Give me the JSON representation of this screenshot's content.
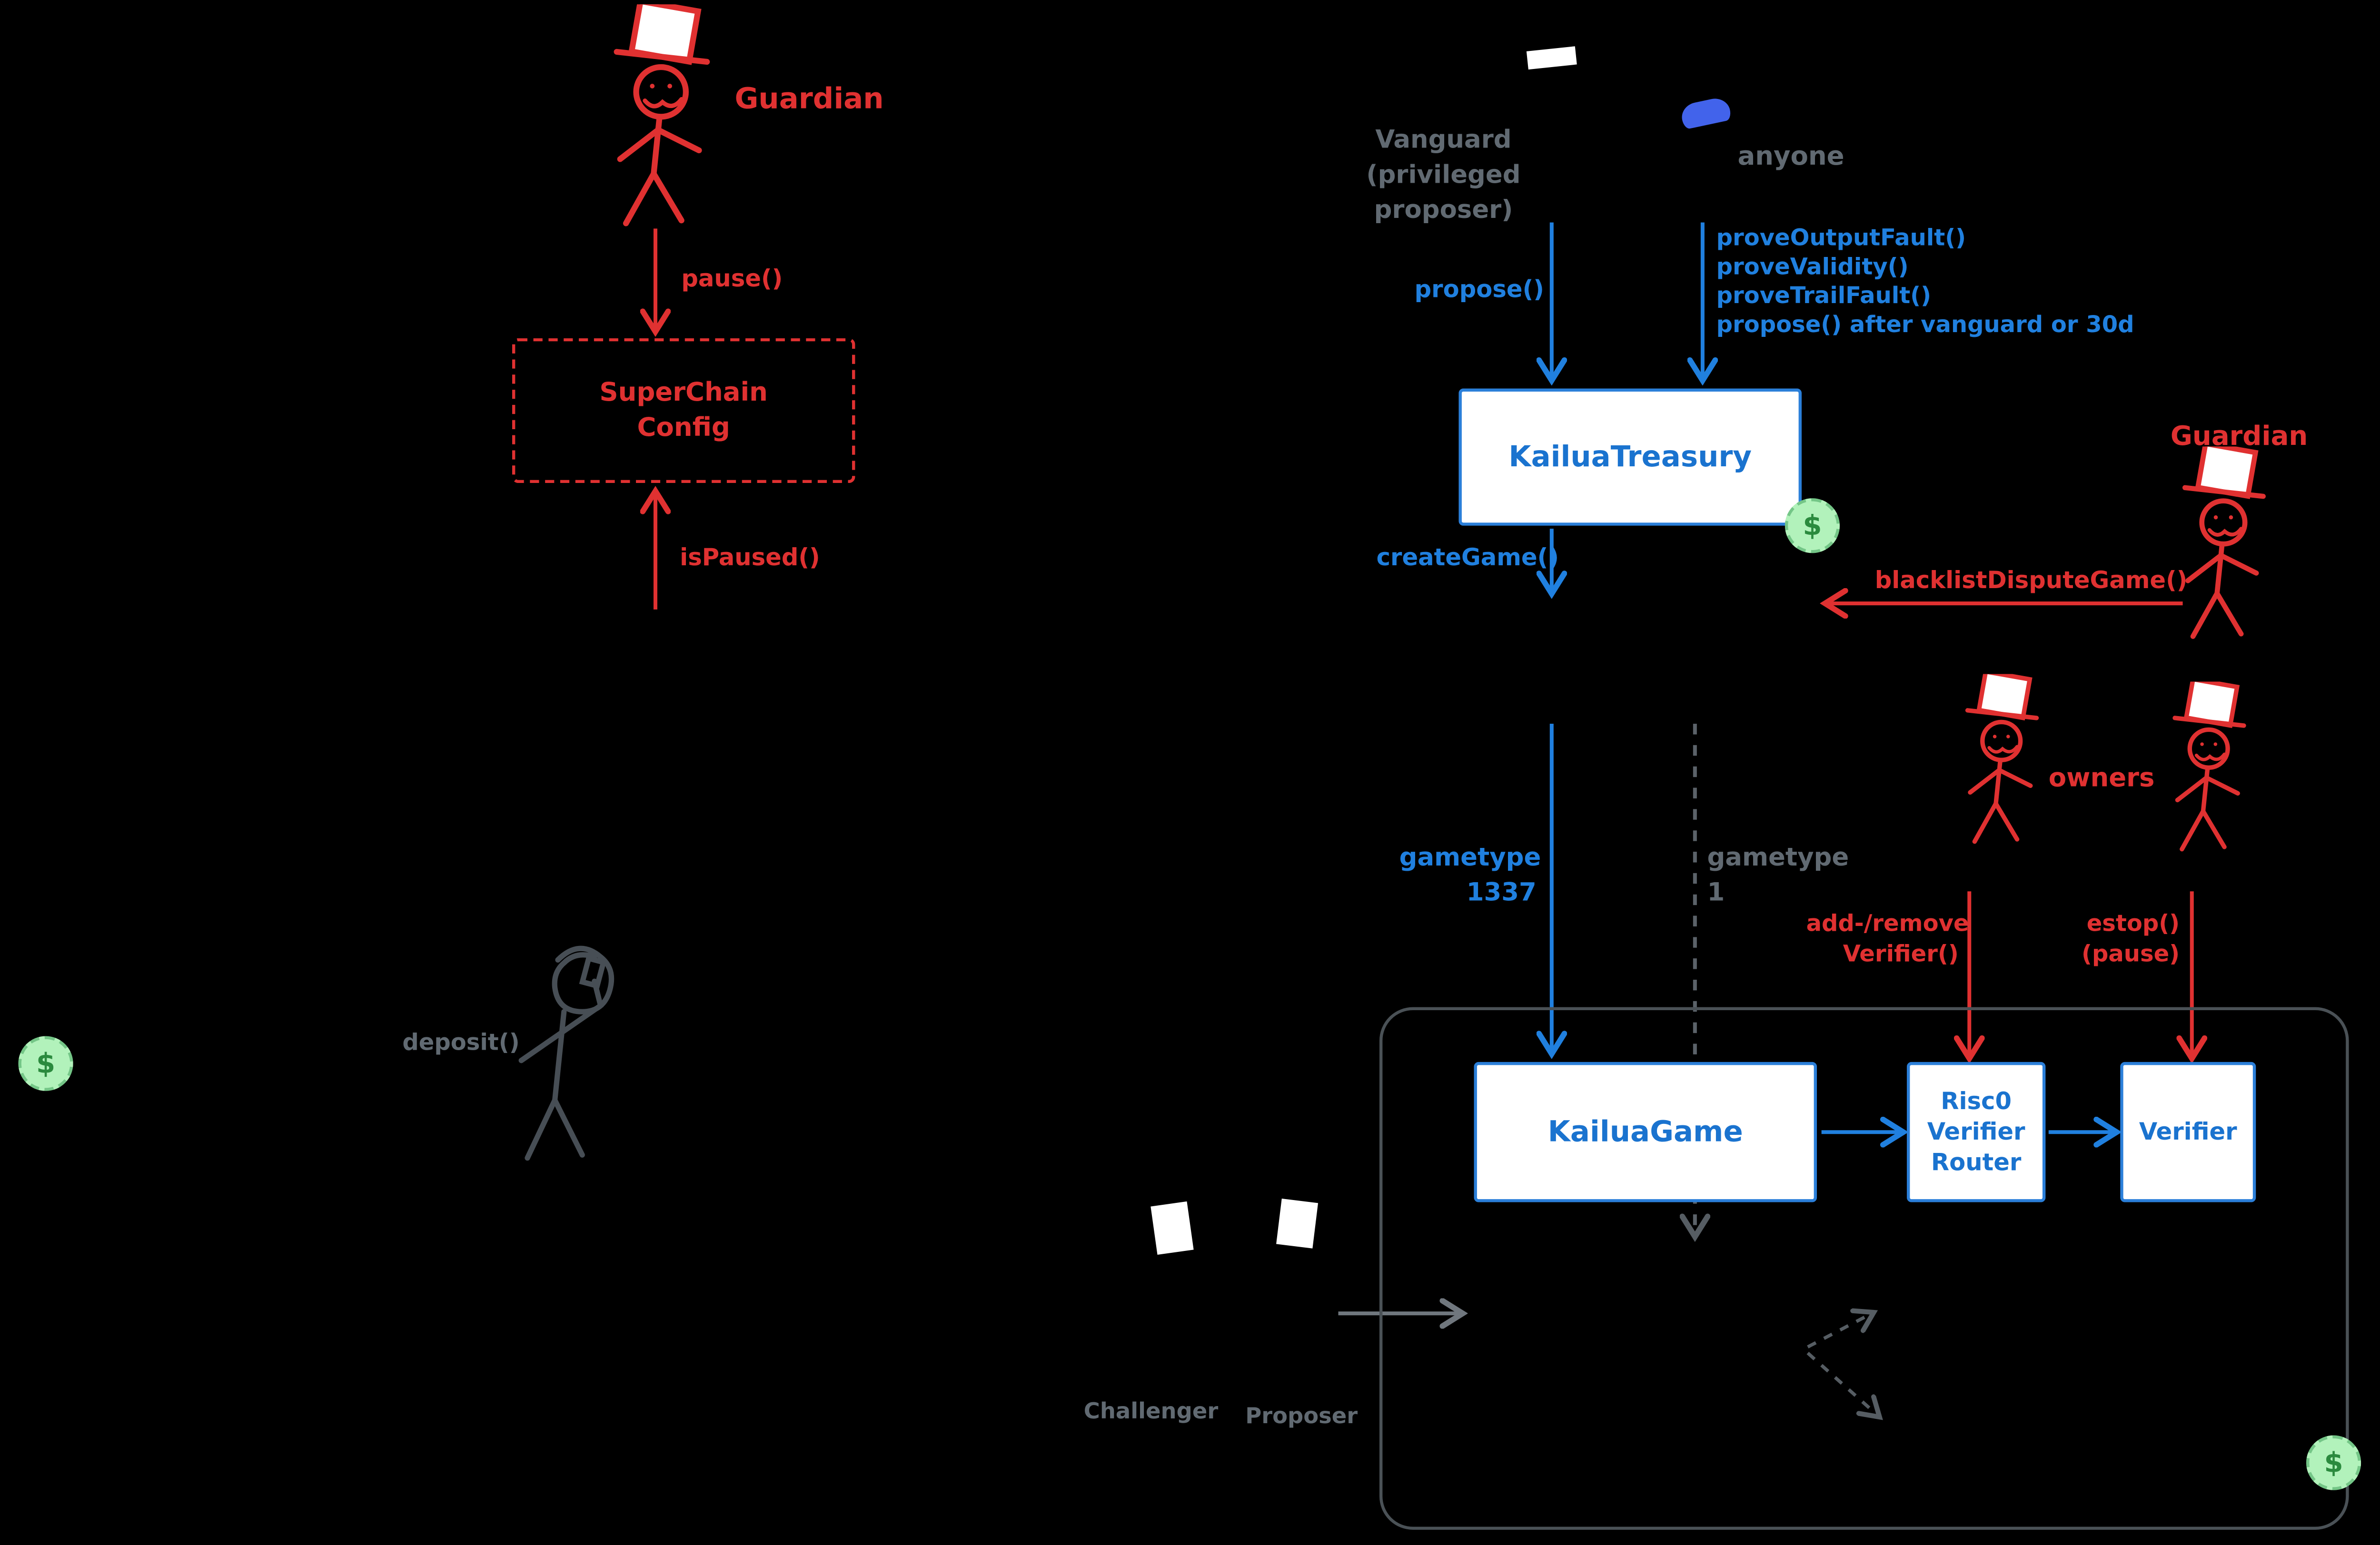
{
  "money_symbol": "$",
  "colors": {
    "red": "#e03131",
    "blue": "#2080df",
    "gray": "#616a72",
    "green_badge_bg": "#b2f2bb",
    "green_badge_fg": "#2b8a3e"
  },
  "superchain": {
    "guardian_label": "Guardian",
    "pause_label": "pause()",
    "box_line1": "SuperChain",
    "box_line2": "Config",
    "is_paused_label": "isPaused()"
  },
  "treasury": {
    "vanguard_line1": "Vanguard",
    "vanguard_line2": "(privileged",
    "vanguard_line3": "proposer)",
    "propose_label": "propose()",
    "anyone_label": "anyone",
    "methods": [
      "proveOutputFault()",
      "proveValidity()",
      "proveTrailFault()",
      "propose() after vanguard or 30d"
    ],
    "box_label": "KailuaTreasury",
    "create_game_label": "createGame()"
  },
  "guardian_right": {
    "label": "Guardian",
    "blacklist_label": "blacklistDisputeGame()"
  },
  "gametypes": {
    "g1337_line1": "gametype",
    "g1337_line2": "1337",
    "g1_line1": "gametype",
    "g1_line2": "1"
  },
  "owners": {
    "label": "owners",
    "add_remove_line1": "add-/remove",
    "add_remove_line2": "Verifier()",
    "estop_line1": "estop()",
    "estop_line2": "(pause)"
  },
  "game_area": {
    "kailua_game_label": "KailuaGame",
    "risc0_line1": "Risc0",
    "risc0_line2": "Verifier",
    "risc0_line3": "Router",
    "verifier_label": "Verifier"
  },
  "bottom": {
    "deposit_label": "deposit()",
    "challenger_label": "Challenger",
    "proposer_label": "Proposer"
  }
}
